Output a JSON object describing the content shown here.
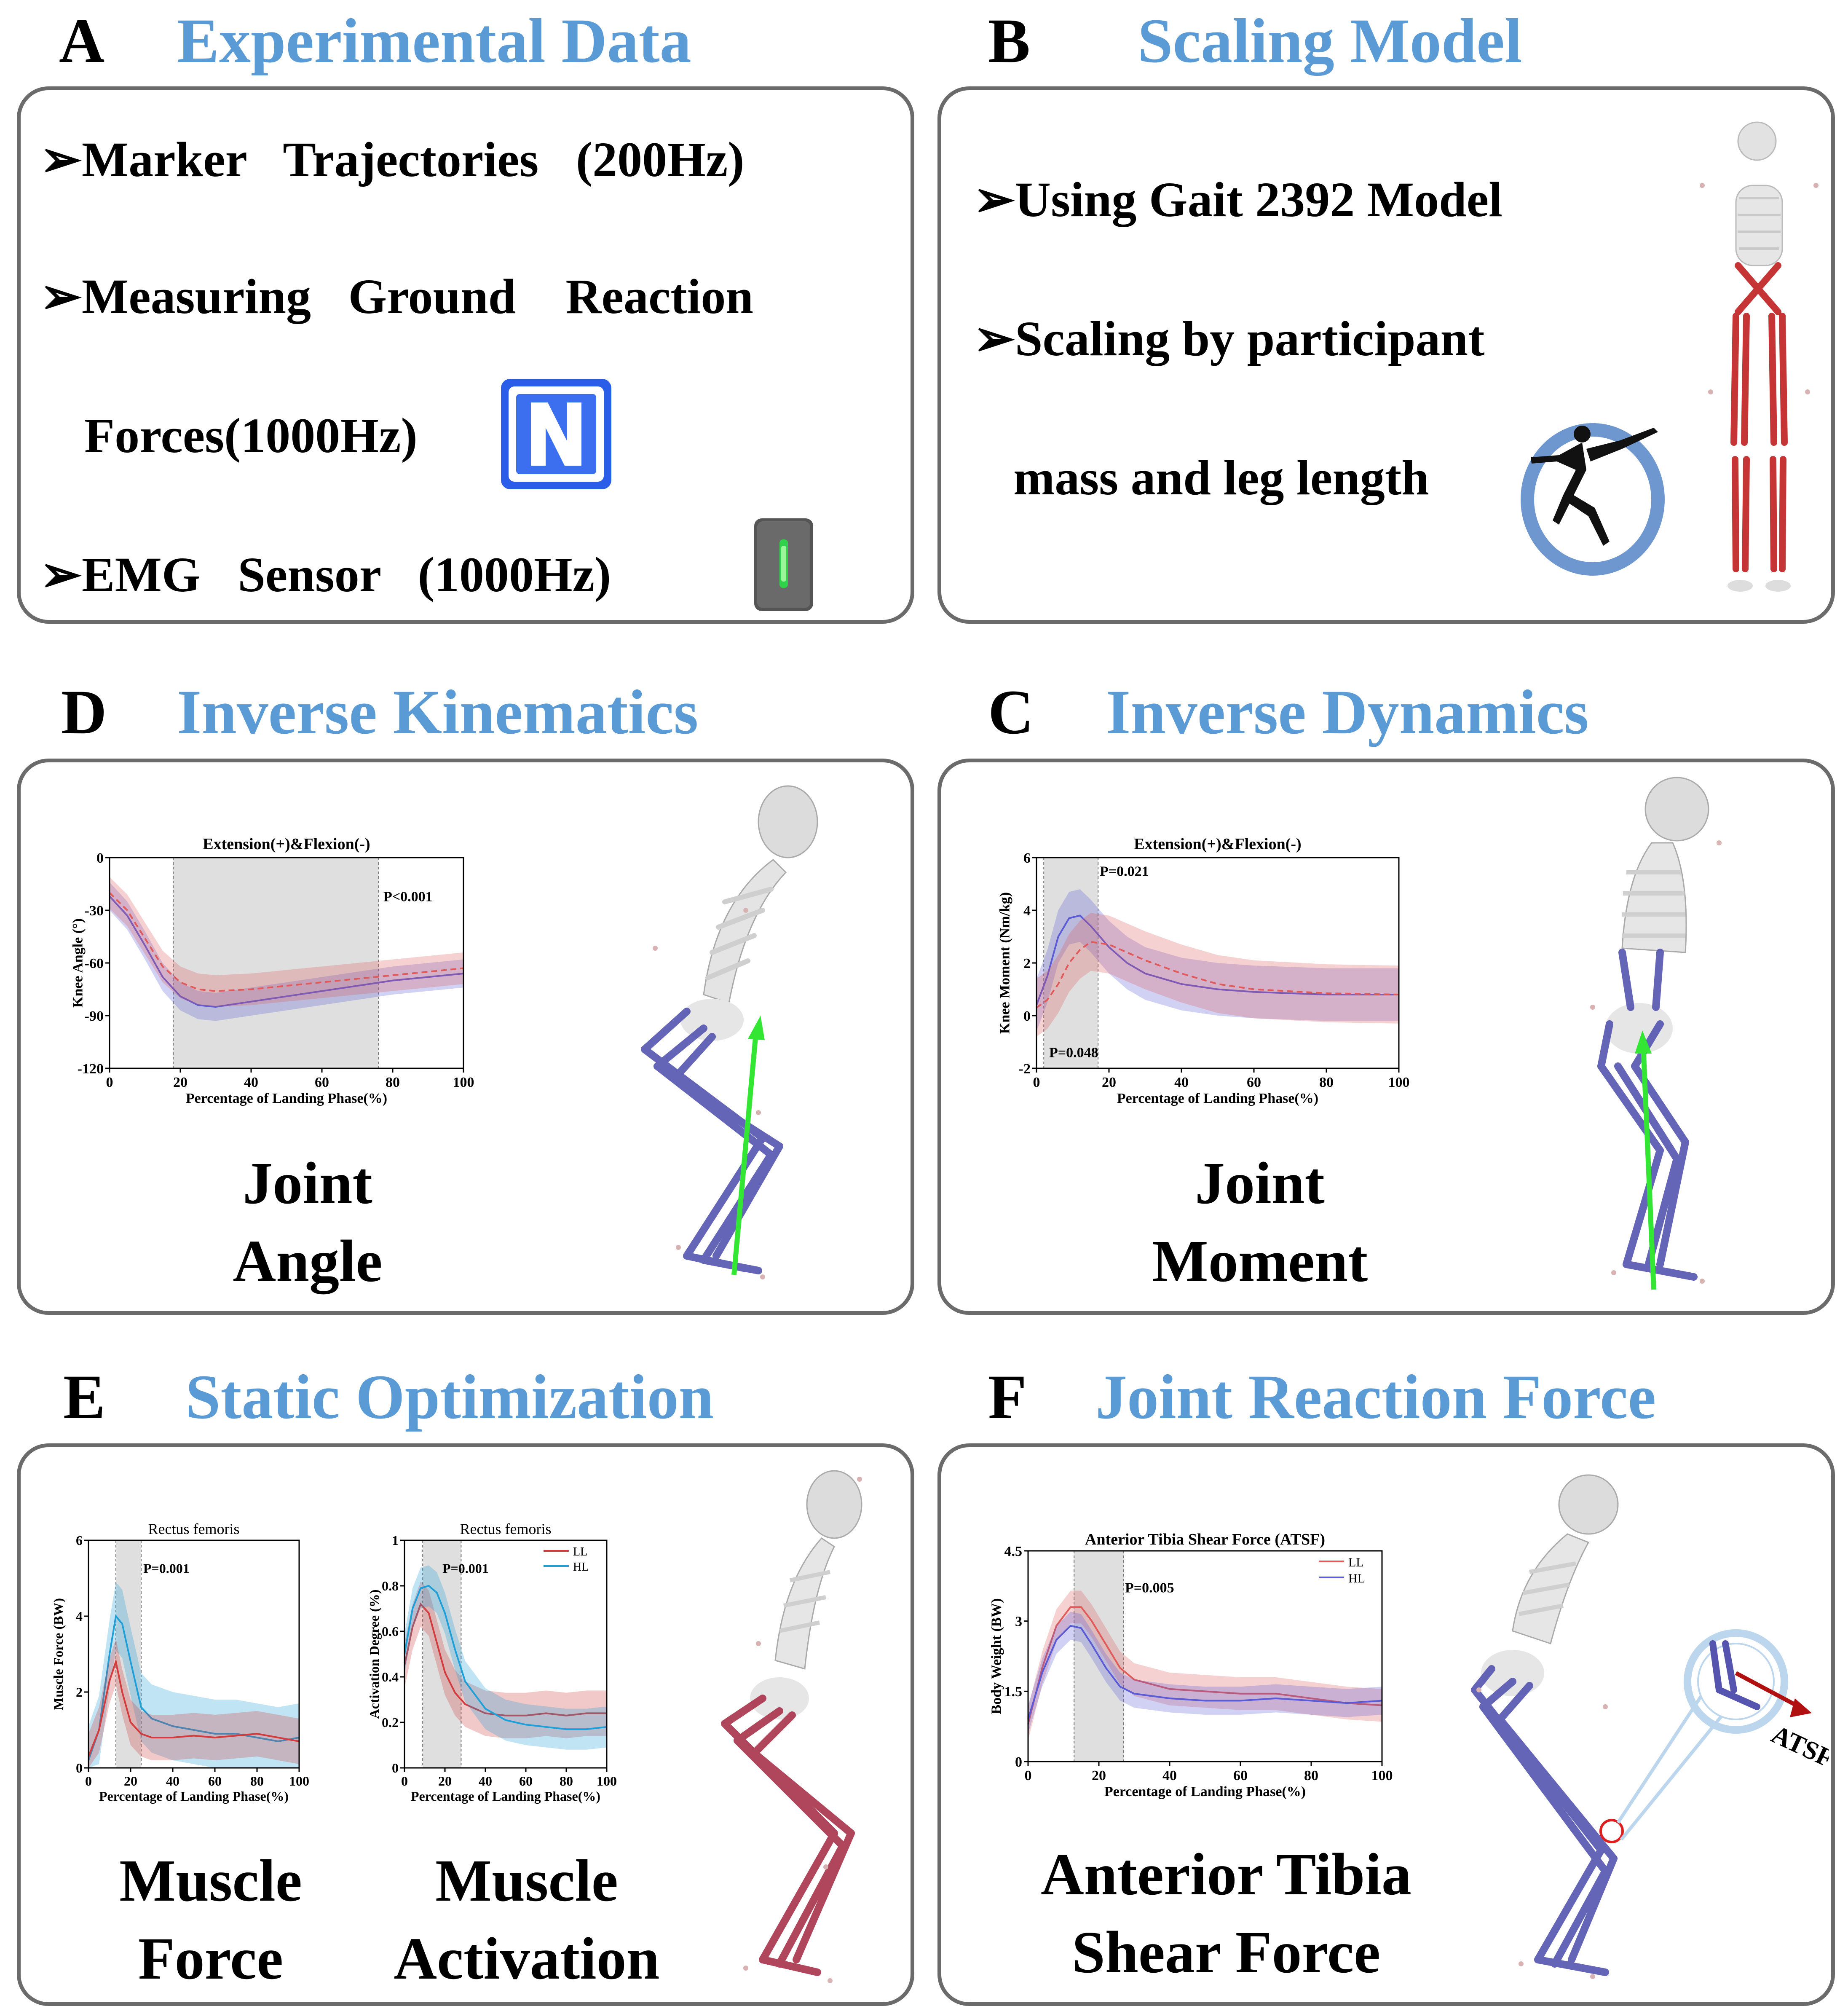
{
  "panels": {
    "A": {
      "letter": "A",
      "title": "Experimental Data",
      "bullets": [
        "Marker   Trajectories   (200Hz)",
        "Measuring   Ground    Reaction",
        "Forces(1000Hz)",
        "EMG   Sensor   (1000Hz)"
      ],
      "arrow": "➢"
    },
    "B": {
      "letter": "B",
      "title": "Scaling Model",
      "bullets": [
        "Using Gait 2392 Model",
        "Scaling by participant",
        "mass and leg length"
      ]
    },
    "D": {
      "letter": "D",
      "title": "Inverse Kinematics",
      "caption_1": "Joint",
      "caption_2": "Angle"
    },
    "C": {
      "letter": "C",
      "title": "Inverse Dynamics",
      "caption_1": "Joint",
      "caption_2": "Moment"
    },
    "E": {
      "letter": "E",
      "title": "Static Optimization",
      "caption_force_1": "Muscle",
      "caption_force_2": "Force",
      "caption_act_1": "Muscle",
      "caption_act_2": "Activation"
    },
    "F": {
      "letter": "F",
      "title": "Joint Reaction Force",
      "caption_1": "Anterior Tibia",
      "caption_2": "Shear Force",
      "force_label": "ATSF"
    }
  },
  "colors": {
    "title_blue": "#5b9bd5",
    "LL": "#e05a5a",
    "HL": "#5b5bd6",
    "HL_cyan": "#1f9fd8",
    "LL_dark": "#d23c3c",
    "shade": "#d9d9d9",
    "green_arrow": "#33e633",
    "bone": "#dcdcdc",
    "muscle_blue": "#5555b0",
    "muscle_red": "#b33333"
  },
  "chart_data": [
    {
      "id": "knee-angle",
      "type": "line",
      "title": "Extension(+)&Flexion(-)",
      "xlabel": "Percentage of Landing Phase(%)",
      "ylabel": "Knee Angle (°)",
      "xlim": [
        0,
        100
      ],
      "ylim": [
        -120,
        0
      ],
      "xticks": [
        0,
        20,
        40,
        60,
        80,
        100
      ],
      "yticks": [
        0,
        -30,
        -60,
        -90,
        -120
      ],
      "annotations": [
        "P<0.001"
      ],
      "shaded": [
        [
          18,
          76
        ]
      ],
      "x": [
        0,
        5,
        10,
        15,
        20,
        25,
        30,
        40,
        50,
        60,
        70,
        80,
        90,
        100
      ],
      "series": [
        {
          "values": [
            -22,
            -33,
            -50,
            -68,
            -79,
            -84,
            -85,
            -82,
            -79,
            -76,
            -73,
            -70,
            -68,
            -66
          ],
          "band": 8
        },
        {
          "values": [
            -20,
            -30,
            -46,
            -62,
            -71,
            -75,
            -76,
            -75,
            -73,
            -71,
            -69,
            -67,
            -65,
            -63
          ],
          "band": 9
        }
      ]
    },
    {
      "id": "knee-moment",
      "type": "line",
      "title": "Extension(+)&Flexion(-)",
      "xlabel": "Percentage of Landing Phase(%)",
      "ylabel": "Knee Moment (Nm/kg)",
      "xlim": [
        0,
        100
      ],
      "ylim": [
        -2,
        6
      ],
      "xticks": [
        0,
        20,
        40,
        60,
        80,
        100
      ],
      "yticks": [
        6,
        4,
        2,
        0,
        -2
      ],
      "annotations": [
        "P=0.021",
        "P=0.048"
      ],
      "shaded": [
        [
          2,
          17
        ]
      ],
      "x": [
        0,
        3,
        6,
        9,
        12,
        15,
        20,
        25,
        30,
        40,
        50,
        60,
        80,
        100
      ],
      "series": [
        {
          "values": [
            0.4,
            1.5,
            3.0,
            3.7,
            3.8,
            3.4,
            2.6,
            2.0,
            1.6,
            1.2,
            1.0,
            0.9,
            0.8,
            0.8
          ],
          "band": 1.0
        },
        {
          "values": [
            0.3,
            0.6,
            1.2,
            2.0,
            2.5,
            2.8,
            2.7,
            2.4,
            2.1,
            1.6,
            1.2,
            1.0,
            0.85,
            0.8
          ],
          "band": 1.1
        }
      ]
    },
    {
      "id": "muscle-force",
      "type": "line",
      "title": "Rectus femoris",
      "xlabel": "Percentage of Landing Phase(%)",
      "ylabel": "Muscle Force (BW)",
      "xlim": [
        0,
        100
      ],
      "ylim": [
        0,
        6
      ],
      "xticks": [
        0,
        20,
        40,
        60,
        80,
        100
      ],
      "yticks": [
        6,
        4,
        2,
        0
      ],
      "annotations": [
        "P=0.001"
      ],
      "shaded": [
        [
          13,
          25
        ]
      ],
      "x": [
        0,
        5,
        10,
        13,
        16,
        20,
        25,
        30,
        40,
        50,
        60,
        70,
        80,
        90,
        100
      ],
      "series": [
        {
          "values": [
            0.2,
            1.0,
            3.0,
            4.0,
            3.8,
            2.8,
            1.6,
            1.3,
            1.1,
            1.0,
            0.9,
            0.9,
            0.8,
            0.7,
            0.8
          ],
          "band": 0.9
        },
        {
          "values": [
            0.3,
            1.0,
            2.3,
            2.8,
            2.0,
            1.2,
            0.9,
            0.8,
            0.8,
            0.85,
            0.8,
            0.85,
            0.9,
            0.8,
            0.7
          ],
          "band": 0.6
        }
      ]
    },
    {
      "id": "muscle-activation",
      "type": "line",
      "title": "Rectus femoris",
      "xlabel": "Percentage of Landing Phase(%)",
      "ylabel": "Activation Degree (%)",
      "xlim": [
        0,
        100
      ],
      "ylim": [
        0,
        1.0
      ],
      "xticks": [
        0,
        20,
        40,
        60,
        80,
        100
      ],
      "yticks": [
        1.0,
        0.8,
        0.6,
        0.4,
        0.2,
        0.0
      ],
      "legend": [
        "LL",
        "HL"
      ],
      "legend_position": "top-right",
      "annotations": [
        "P=0.001"
      ],
      "shaded": [
        [
          9,
          28
        ]
      ],
      "x": [
        0,
        4,
        8,
        12,
        16,
        20,
        25,
        30,
        40,
        50,
        60,
        70,
        80,
        90,
        100
      ],
      "series": [
        {
          "name": "LL",
          "values": [
            0.45,
            0.62,
            0.72,
            0.68,
            0.55,
            0.42,
            0.33,
            0.28,
            0.24,
            0.23,
            0.23,
            0.24,
            0.23,
            0.24,
            0.24
          ],
          "band": 0.1
        },
        {
          "name": "HL",
          "values": [
            0.5,
            0.7,
            0.79,
            0.8,
            0.77,
            0.68,
            0.52,
            0.38,
            0.26,
            0.21,
            0.19,
            0.18,
            0.17,
            0.17,
            0.18
          ],
          "band": 0.09
        }
      ]
    },
    {
      "id": "atsf",
      "type": "line",
      "title": "Anterior Tibia Shear Force (ATSF)",
      "xlabel": "Percentage of Landing Phase(%)",
      "ylabel": "Body Weight (BW)",
      "xlim": [
        0,
        100
      ],
      "ylim": [
        0,
        4.5
      ],
      "xticks": [
        0,
        20,
        40,
        60,
        80,
        100
      ],
      "yticks": [
        4.5,
        3.0,
        1.5,
        0.0
      ],
      "legend": [
        "LL",
        "HL"
      ],
      "legend_position": "top-right",
      "annotations": [
        "P=0.005"
      ],
      "shaded": [
        [
          13,
          27
        ]
      ],
      "x": [
        0,
        4,
        8,
        12,
        15,
        18,
        22,
        26,
        30,
        40,
        50,
        60,
        70,
        80,
        90,
        100
      ],
      "series": [
        {
          "name": "LL",
          "values": [
            0.8,
            2.0,
            2.9,
            3.3,
            3.3,
            3.0,
            2.5,
            2.0,
            1.75,
            1.55,
            1.5,
            1.45,
            1.45,
            1.35,
            1.25,
            1.2
          ],
          "band": 0.35
        },
        {
          "name": "HL",
          "values": [
            0.9,
            1.9,
            2.6,
            2.9,
            2.85,
            2.5,
            2.0,
            1.6,
            1.45,
            1.35,
            1.3,
            1.3,
            1.35,
            1.3,
            1.25,
            1.3
          ],
          "band": 0.3
        }
      ]
    }
  ]
}
